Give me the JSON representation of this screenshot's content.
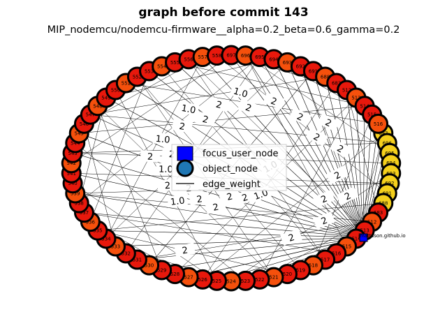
{
  "figure": {
    "title": "graph before commit 143",
    "subtitle": "MIP_nodemcu/nodemcu-firmware__alpha=0.2_beta=0.6_gamma=0.2"
  },
  "legend": {
    "focus_label": "focus_user_node",
    "object_label": "object_node",
    "edge_label": "edge_weight"
  },
  "focus_node": {
    "label": "jmattsson.github.io"
  },
  "colors": {
    "focus": "#0000ff",
    "object_legend": "#1f77b4",
    "node_red": "#e8180c",
    "node_orange": "#f5500c",
    "node_yellow": "#f5d01c",
    "edge": "#000000"
  },
  "node_labels_visible": [
    "697",
    "696",
    "695",
    "694",
    "693",
    "692",
    "691",
    "688",
    "683",
    "512",
    "513",
    "514",
    "515",
    "516",
    "517",
    "518",
    "519",
    "520",
    "521",
    "522",
    "523",
    "524",
    "525",
    "526",
    "527",
    "528",
    "529",
    "530",
    "531",
    "532",
    "533",
    "534",
    "535",
    "536",
    "537",
    "538",
    "539",
    "540",
    "541",
    "542",
    "543",
    "544",
    "545",
    "546",
    "547",
    "548",
    "549",
    "550",
    "551",
    "552",
    "553",
    "554",
    "555",
    "556",
    "557",
    "558"
  ],
  "edge_labels": [
    "1.0",
    "1.0",
    "1.0",
    "1.0",
    "2",
    "2",
    "2",
    "1.0",
    "2",
    "2",
    "2",
    "2",
    "1.0",
    "2",
    "2",
    "2",
    "2",
    "1.0",
    "2",
    "2",
    "2",
    "2",
    "2",
    "2",
    "2",
    "2",
    "2",
    "2",
    "2",
    "2"
  ]
}
